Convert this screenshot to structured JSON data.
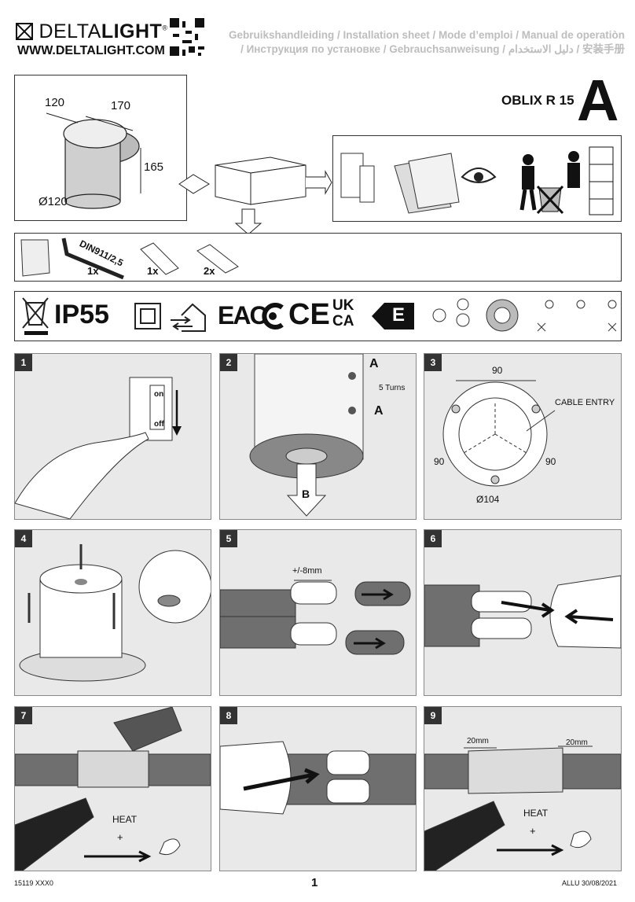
{
  "header": {
    "brand_light": "DELTA",
    "brand_bold": "LIGHT",
    "brand_reg": "®",
    "url": "WWW.DELTALIGHT.COM",
    "languages_line1": "Gebruikshandleiding / Installation sheet / Mode d’emploi / Manual de operatiòn",
    "languages_line2": "/ Инструкция по установке / Gebrauchsanweisung / دليل الاستخدام / 安装手册"
  },
  "product": {
    "model": "OBLIX R 15",
    "variant": "A",
    "dimensions": {
      "width": "120",
      "depth": "170",
      "height": "165",
      "diameter": "Ø120"
    }
  },
  "contents": {
    "tool": "DIN911/2,5",
    "qty_tool": "1x",
    "qty_tube": "1x",
    "qty_connector": "2x"
  },
  "certification": {
    "ip_rating": "IP55",
    "energy_class": "E",
    "marks": [
      "weee-bin-icon",
      "class-ii-icon",
      "indoor-outdoor-icon",
      "eac-mark",
      "rcm-mark",
      "ce-mark",
      "ukca-mark"
    ]
  },
  "steps": [
    {
      "number": "1",
      "labels": [
        "on",
        "off"
      ]
    },
    {
      "number": "2",
      "labels": [
        "A",
        "5 Turns",
        "A",
        "B"
      ]
    },
    {
      "number": "3",
      "labels": [
        "90",
        "CABLE ENTRY",
        "90",
        "90",
        "Ø104"
      ]
    },
    {
      "number": "4",
      "labels": []
    },
    {
      "number": "5",
      "labels": [
        "+/-8mm"
      ]
    },
    {
      "number": "6",
      "labels": []
    },
    {
      "number": "7",
      "labels": [
        "HEAT",
        "+"
      ]
    },
    {
      "number": "8",
      "labels": []
    },
    {
      "number": "9",
      "labels": [
        "20mm",
        "20mm",
        "HEAT",
        "+"
      ]
    }
  ],
  "footer": {
    "left": "15119 XXX0",
    "page": "1",
    "right": "ALLU 30/08/2021"
  },
  "colors": {
    "panel_bg": "#e9e9e9",
    "ink": "#111111",
    "cable": "#6f6f6f",
    "lang_grey": "#bdbdbd"
  }
}
